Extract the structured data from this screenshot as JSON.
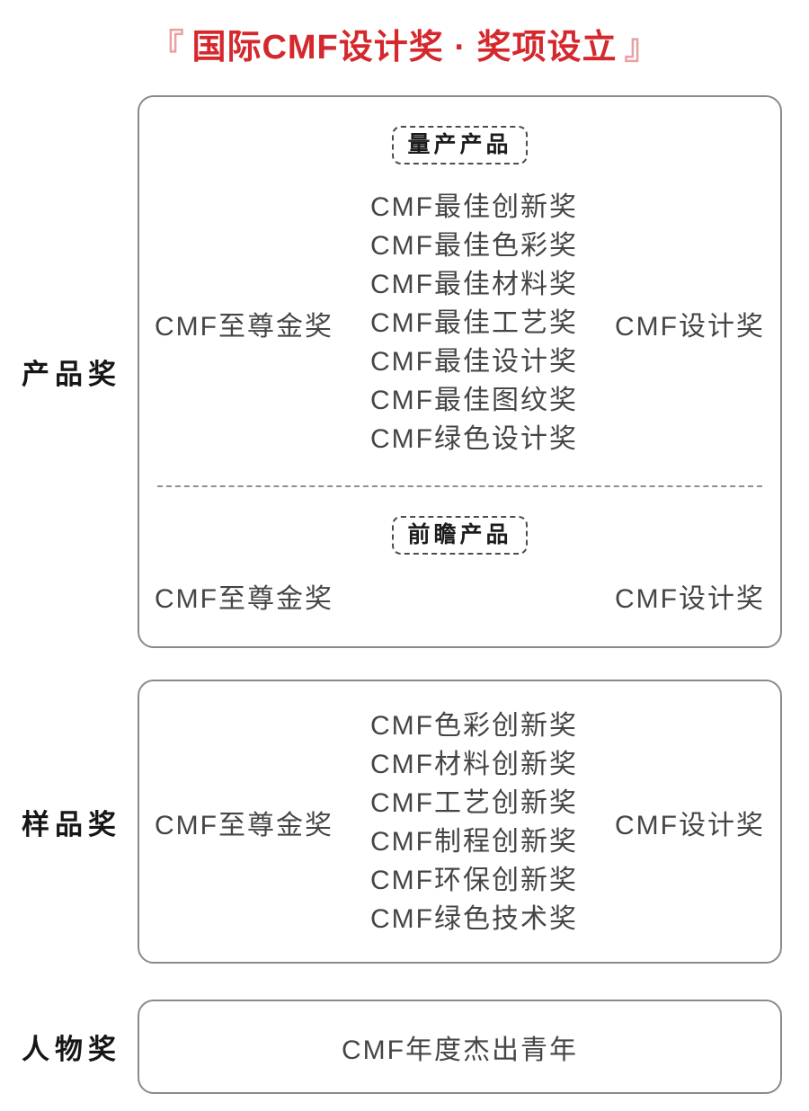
{
  "title": {
    "bracket_left": "『",
    "text": "国际CMF设计奖 · 奖项设立",
    "bracket_right": "』"
  },
  "colors": {
    "accent_red": "#d4282d",
    "bracket_pink": "#e8a0a2",
    "box_border_gray": "#8a8a8a",
    "body_text_gray": "#454545",
    "label_black": "#161616"
  },
  "product": {
    "label": "产品奖",
    "mass": {
      "badge": "量产产品",
      "left": "CMF至尊金奖",
      "right": "CMF设计奖",
      "items": [
        "CMF最佳创新奖",
        "CMF最佳色彩奖",
        "CMF最佳材料奖",
        "CMF最佳工艺奖",
        "CMF最佳设计奖",
        "CMF最佳图纹奖",
        "CMF绿色设计奖"
      ]
    },
    "forward": {
      "badge": "前瞻产品",
      "left": "CMF至尊金奖",
      "right": "CMF设计奖"
    }
  },
  "sample": {
    "label": "样品奖",
    "left": "CMF至尊金奖",
    "right": "CMF设计奖",
    "items": [
      "CMF色彩创新奖",
      "CMF材料创新奖",
      "CMF工艺创新奖",
      "CMF制程创新奖",
      "CMF环保创新奖",
      "CMF绿色技术奖"
    ]
  },
  "person": {
    "label": "人物奖",
    "award": "CMF年度杰出青年"
  }
}
